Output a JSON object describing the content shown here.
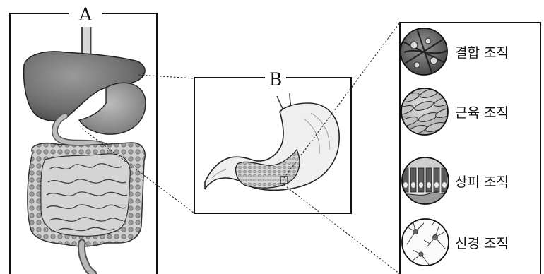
{
  "panels": {
    "a": {
      "label": "A"
    },
    "b": {
      "label": "B"
    }
  },
  "tissues": [
    {
      "label": "결합 조직",
      "kind": "connective"
    },
    {
      "label": "근육 조직",
      "kind": "muscle"
    },
    {
      "label": "상피 조직",
      "kind": "epithelial"
    },
    {
      "label": "신경 조직",
      "kind": "nervous"
    }
  ]
}
